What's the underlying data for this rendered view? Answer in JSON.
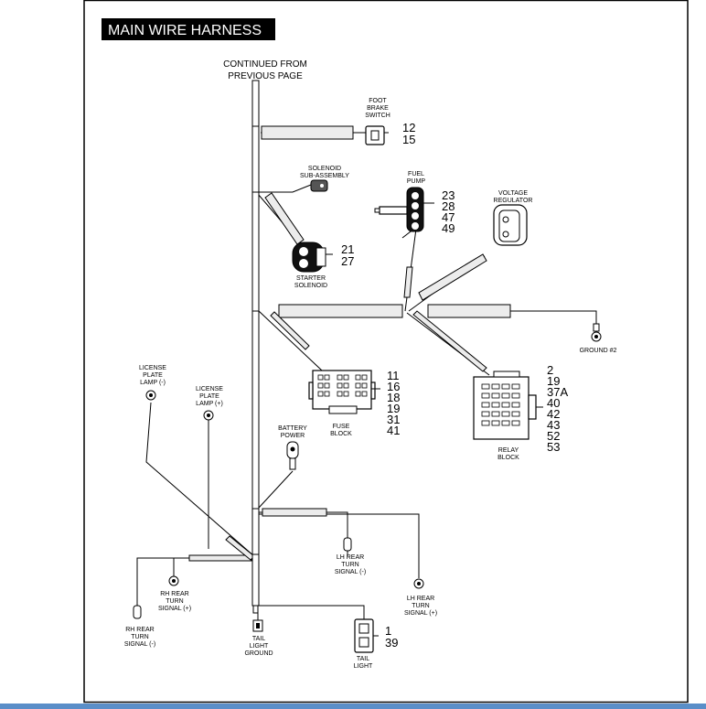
{
  "title": "MAIN WIRE HARNESS",
  "continued": [
    "CONTINUED FROM",
    "PREVIOUS PAGE"
  ],
  "components": {
    "foot_brake_switch": {
      "label": [
        "FOOT",
        "BRAKE",
        "SWITCH"
      ],
      "refs": [
        "12",
        "15"
      ]
    },
    "solenoid_sub_assembly": {
      "label": [
        "SOLENOID",
        "SUB-ASSEMBLY"
      ]
    },
    "fuel_pump": {
      "label": [
        "FUEL",
        "PUMP"
      ],
      "refs": [
        "23",
        "28",
        "47",
        "49"
      ]
    },
    "voltage_regulator": {
      "label": [
        "VOLTAGE",
        "REGULATOR"
      ]
    },
    "starter_solenoid": {
      "label": [
        "STARTER",
        "SOLENOID"
      ],
      "refs": [
        "21",
        "27"
      ]
    },
    "ground_2": {
      "label": [
        "GROUND #2"
      ]
    },
    "license_plate_lamp_neg": {
      "label": [
        "LICENSE",
        "PLATE",
        "LAMP (-)"
      ]
    },
    "license_plate_lamp_pos": {
      "label": [
        "LICENSE",
        "PLATE",
        "LAMP (+)"
      ]
    },
    "fuse_block": {
      "label": [
        "FUSE",
        "BLOCK"
      ],
      "refs": [
        "11",
        "16",
        "18",
        "19",
        "31",
        "41"
      ]
    },
    "relay_block": {
      "label": [
        "RELAY",
        "BLOCK"
      ],
      "refs": [
        "2",
        "19",
        "37A",
        "40",
        "42",
        "43",
        "52",
        "53"
      ]
    },
    "battery_power": {
      "label": [
        "BATTERY",
        "POWER"
      ]
    },
    "lh_rear_turn_signal_neg": {
      "label": [
        "LH REAR",
        "TURN",
        "SIGNAL (-)"
      ]
    },
    "rh_rear_turn_signal_pos": {
      "label": [
        "RH REAR",
        "TURN",
        "SIGNAL (+)"
      ]
    },
    "lh_rear_turn_signal_pos": {
      "label": [
        "LH REAR",
        "TURN",
        "SIGNAL (+)"
      ]
    },
    "rh_rear_turn_signal_neg": {
      "label": [
        "RH REAR",
        "TURN",
        "SIGNAL (-)"
      ]
    },
    "tail_light_ground": {
      "label": [
        "TAIL",
        "LIGHT",
        "GROUND"
      ]
    },
    "tail_light": {
      "label": [
        "TAIL",
        "LIGHT"
      ],
      "refs": [
        "1",
        "39"
      ]
    }
  }
}
